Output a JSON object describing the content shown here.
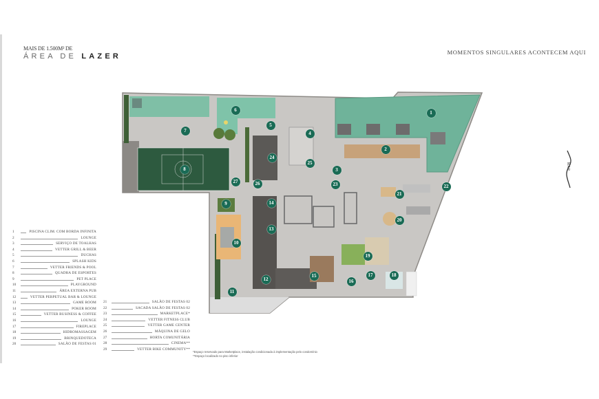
{
  "header": {
    "subtitle": "MAIS DE 1.500M² DE",
    "title_light": "ÁREA DE",
    "title_bold": "LAZER",
    "tagline": "MOMENTOS SINGULARES ACONTECEM AQUI"
  },
  "compass": {
    "label": "MAR"
  },
  "colors": {
    "marker": "#1a6b55",
    "pool": "#6fb39a",
    "court": "#2d5a3f"
  },
  "legend": [
    {
      "n": "1",
      "label": "Piscina clim. com borda infinita"
    },
    {
      "n": "2",
      "label": "Lounge"
    },
    {
      "n": "3",
      "label": "Serviço de toalhas"
    },
    {
      "n": "4",
      "label": "Vetter grill & beer"
    },
    {
      "n": "5",
      "label": "Duchas"
    },
    {
      "n": "6",
      "label": "Splash kids"
    },
    {
      "n": "7",
      "label": "Vetter friends & pool"
    },
    {
      "n": "8",
      "label": "Quadra de esportes"
    },
    {
      "n": "9",
      "label": "Pet place"
    },
    {
      "n": "10",
      "label": "Playground"
    },
    {
      "n": "11",
      "label": "Área externa pub"
    },
    {
      "n": "12",
      "label": "Vetter perpetual bar & lounge"
    },
    {
      "n": "13",
      "label": "Game room"
    },
    {
      "n": "14",
      "label": "Poker room"
    },
    {
      "n": "15",
      "label": "Vetter business & coffee"
    },
    {
      "n": "16",
      "label": "Lounge"
    },
    {
      "n": "17",
      "label": "Fireplace"
    },
    {
      "n": "18",
      "label": "Hidromassagem"
    },
    {
      "n": "19",
      "label": "Brinquedoteca"
    },
    {
      "n": "20",
      "label": "Salão de festas 01"
    },
    {
      "n": "21",
      "label": "Salão de festas 02"
    },
    {
      "n": "22",
      "label": "Sacada salão de festas 02"
    },
    {
      "n": "23",
      "label": "Marketplace*"
    },
    {
      "n": "24",
      "label": "Vetter fitness club"
    },
    {
      "n": "25",
      "label": "Vetter game center"
    },
    {
      "n": "26",
      "label": "Máquina de gelo"
    },
    {
      "n": "27",
      "label": "Horta comunitária"
    },
    {
      "n": "28",
      "label": "Cinema**"
    },
    {
      "n": "29",
      "label": "Vetter bike community**"
    }
  ],
  "footnotes": [
    "*Espaço reservado para Marketplace, instalação condicionada à implementação pelo condomínio",
    "**Espaço localizado no piso inferior"
  ],
  "markers": [
    "1",
    "2",
    "3",
    "4",
    "5",
    "6",
    "7",
    "8",
    "9",
    "10",
    "11",
    "12",
    "13",
    "14",
    "15",
    "16",
    "17",
    "18",
    "19",
    "20",
    "21",
    "22",
    "23",
    "24",
    "25",
    "26",
    "27"
  ]
}
